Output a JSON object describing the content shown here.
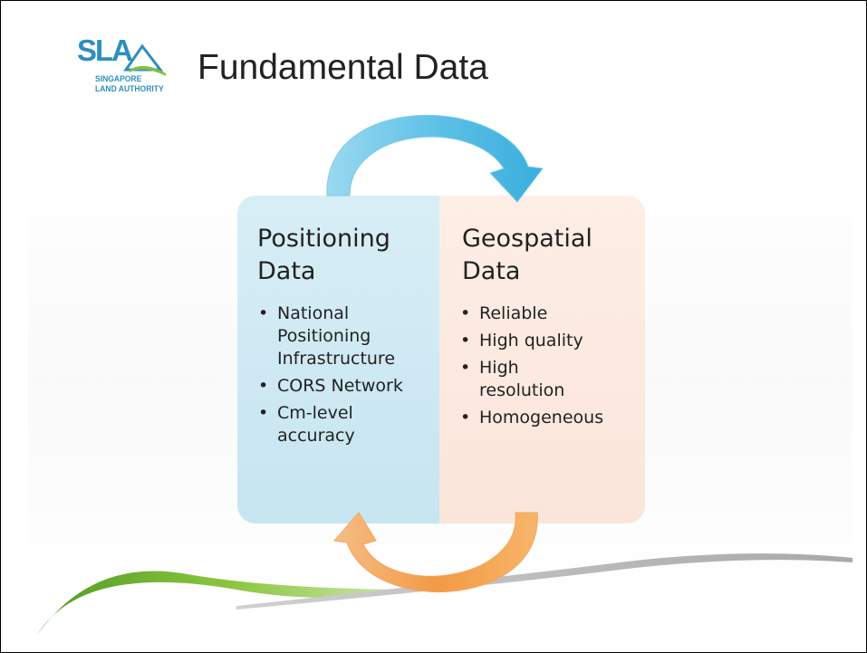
{
  "logo": {
    "abbr": "SLA",
    "line1": "SINGAPORE",
    "line2": "LAND AUTHORITY"
  },
  "title": "Fundamental Data",
  "left_box": {
    "title_line1": "Positioning",
    "title_line2": "Data",
    "bullets": [
      "National Positioning Infrastructure",
      "CORS Network",
      "Cm-level accuracy"
    ],
    "color": "#cbe7f2"
  },
  "right_box": {
    "title_line1": "Geospatial",
    "title_line2": "Data",
    "bullets": [
      "Reliable",
      "High quality",
      "High resolution",
      "Homogeneous"
    ],
    "color": "#fce8de"
  },
  "arrows": {
    "top_color": "#59bfe6",
    "bottom_color": "#f39b4a"
  },
  "swoosh": {
    "green": "#6ab536",
    "grey": "#b9b9b9"
  }
}
